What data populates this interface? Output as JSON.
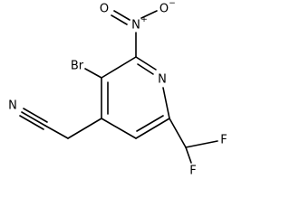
{
  "molecule": {
    "atoms": {
      "nitro_oxygen_top": "O",
      "nitro_oxygen_charge": "−",
      "nitro_nitrogen": "N",
      "nitro_nitrogen_charge": "+",
      "nitro_oxygen_left": "O",
      "bromine": "Br",
      "ring_nitrogen": "N",
      "nitrile_nitrogen": "N",
      "fluorine_right": "F",
      "fluorine_bottom": "F"
    }
  }
}
